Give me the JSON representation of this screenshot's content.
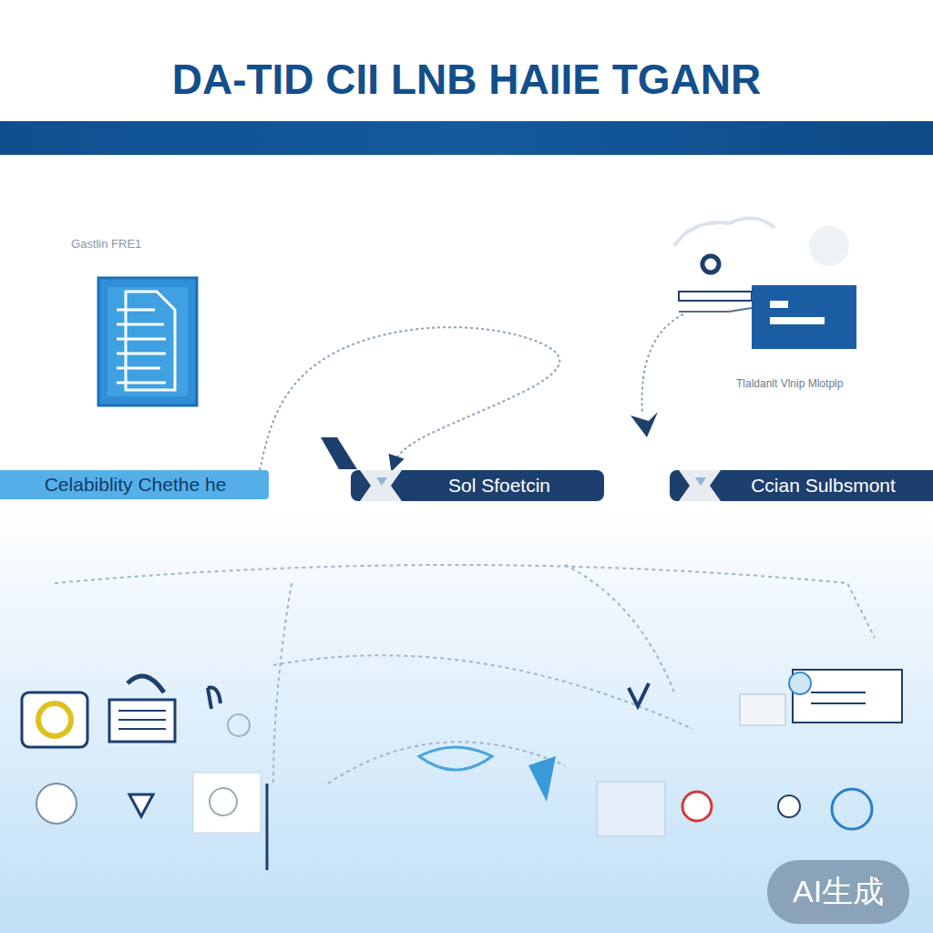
{
  "diagram": {
    "title": "DA-TID CII LNB HAIIE TGANR",
    "nodes": [
      {
        "text": [
          "Celabiblity Chethe he"
        ]
      },
      {
        "text": [
          "Sol Sfoetcin"
        ]
      },
      {
        "text": [
          "Ccian Sulbsmont"
        ]
      }
    ],
    "edges": [
      {
        "from": 0,
        "to": 1,
        "arrow": "to"
      }
    ],
    "labels": [
      "Gastlin FRE1",
      "Tlaldanlt Vlnip Mlotplp",
      "AI生成"
    ]
  }
}
